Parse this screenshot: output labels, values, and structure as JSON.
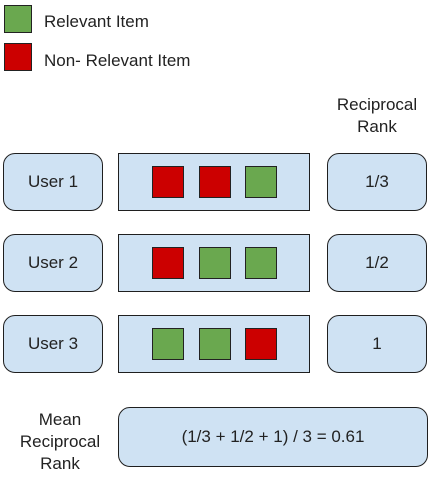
{
  "legend": {
    "relevant_label": "Relevant Item",
    "relevant_color": "#6aa84f",
    "nonrelevant_label": "Non- Relevant Item",
    "nonrelevant_color": "#cc0000"
  },
  "header": {
    "rr_line1": "Reciprocal",
    "rr_line2": "Rank"
  },
  "users": [
    {
      "label": "User 1",
      "items": [
        "non-relevant",
        "non-relevant",
        "relevant"
      ],
      "rr": "1/3"
    },
    {
      "label": "User 2",
      "items": [
        "non-relevant",
        "relevant",
        "relevant"
      ],
      "rr": "1/2"
    },
    {
      "label": "User 3",
      "items": [
        "relevant",
        "relevant",
        "non-relevant"
      ],
      "rr": "1"
    }
  ],
  "mrr": {
    "line1": "Mean",
    "line2": "Reciprocal",
    "line3": "Rank",
    "formula": "(1/3 + 1/2 + 1) / 3 = 0.61"
  }
}
